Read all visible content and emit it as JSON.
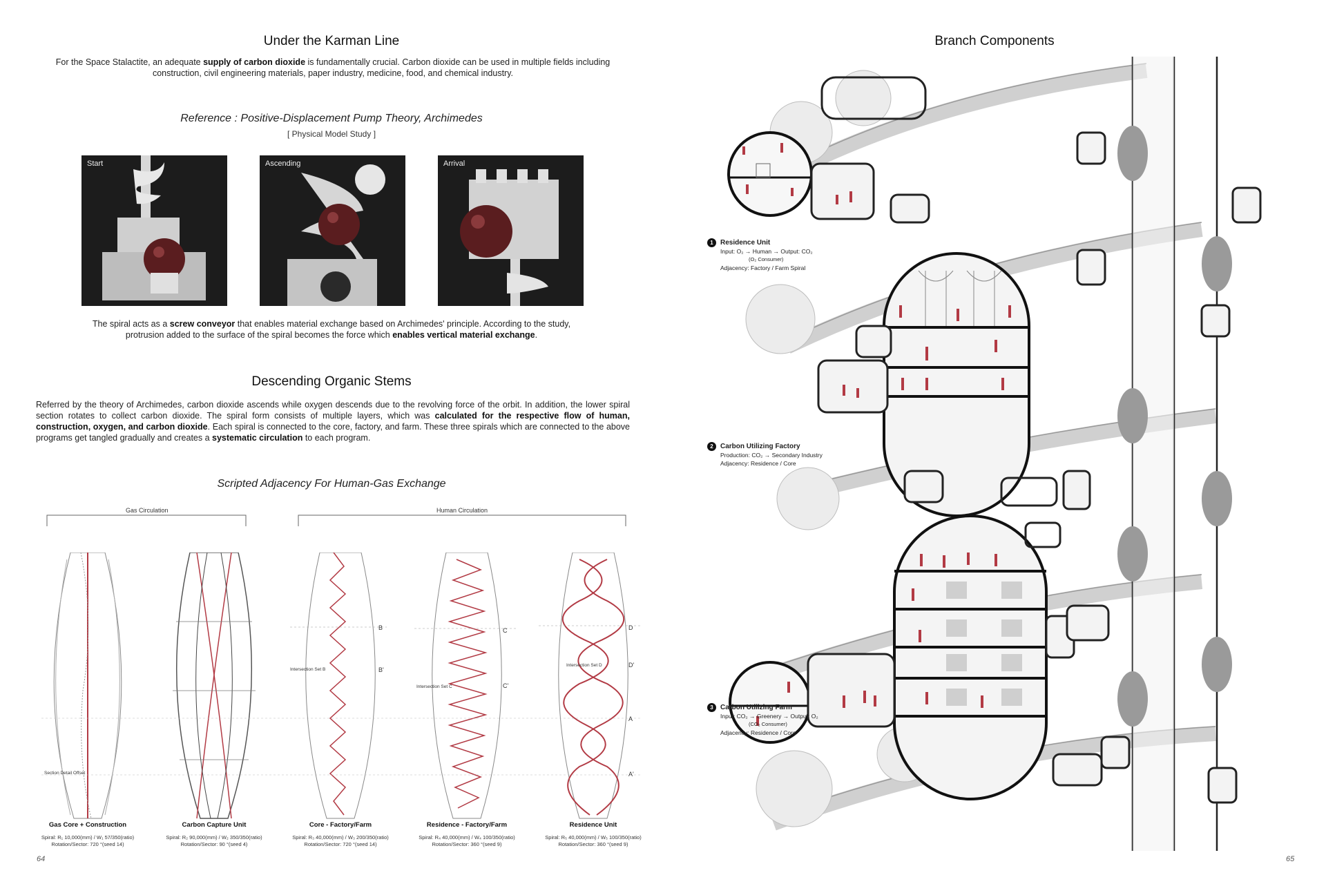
{
  "left_page": {
    "title": "Under the Karman Line",
    "intro_1": "For the Space Stalactite, an adequate ",
    "intro_bold": "supply of carbon dioxide",
    "intro_2": " is fundamentally crucial. Carbon dioxide can be used in multiple fields including construction, civil engineering materials, paper industry, medicine, food, and chemical industry.",
    "reference_title": "Reference : Positive-Displacement Pump Theory,  Archimedes",
    "reference_sub": "[ Physical Model Study ]",
    "photos": [
      {
        "label": "Start"
      },
      {
        "label": "Ascending"
      },
      {
        "label": "Arrival"
      }
    ],
    "spiral_1": "The spiral acts as a ",
    "spiral_bold_1": "screw conveyor",
    "spiral_2": " that enables material exchange based on Archimedes' principle. According to the study, protrusion added to the surface of the spiral becomes the force which ",
    "spiral_bold_2": "enables vertical material exchange",
    "spiral_3": ".",
    "section_title": "Descending Organic Stems",
    "stems_1": "Referred by the theory of Archimedes, carbon dioxide ascends while oxygen descends due to the revolving force of the orbit. In addition, the lower spiral section rotates to collect carbon dioxide. The spiral form consists of multiple layers, which was ",
    "stems_bold_1": "calculated for the respective flow of human, construction, oxygen, and carbon dioxide",
    "stems_2": ".  Each spiral is connected to the core, factory, and farm. These three spirals which are connected to the above programs get tangled gradually and creates a ",
    "stems_bold_2": "systematic circulation",
    "stems_3": " to each program.",
    "diagram_title": "Scripted Adjacency For Human-Gas Exchange",
    "gas_circulation": "Gas Circulation",
    "human_circulation": "Human Circulation",
    "section_labels": {
      "b": "B",
      "b2": "B'",
      "c": "C",
      "c2": "C'",
      "d": "D",
      "d2": "D'",
      "a": "A",
      "a2": "A'",
      "int_b": "Intersection Set B",
      "int_c": "Intersection Set C",
      "int_d": "Intersection Set D",
      "section_detail": "Section Detail Offset"
    },
    "vases": [
      {
        "name": "Gas Core + Construction",
        "line1": "Spiral: R₁ 10,000(mm) / W₁ 57/350(ratio)",
        "line2": "Rotation/Sector: 720 °(seed 14)"
      },
      {
        "name": "Carbon Capture Unit",
        "line1": "Spiral: R₂ 90,000(mm) / W₂ 350/350(ratio)",
        "line2": "Rotation/Sector: 90 °(seed 4)"
      },
      {
        "name": "Core - Factory/Farm",
        "line1": "Spiral: R₃ 40,000(mm) / W₃ 200/350(ratio)",
        "line2": "Rotation/Sector: 720 °(seed 14)"
      },
      {
        "name": "Residence - Factory/Farm",
        "line1": "Spiral: R₄ 40,000(mm) / W₄ 100/350(ratio)",
        "line2": "Rotation/Sector: 360 °(seed 9)"
      },
      {
        "name": "Residence Unit",
        "line1": "Spiral: R₅ 40,000(mm) / W₅ 100/350(ratio)",
        "line2": "Rotation/Sector: 360 °(seed 9)"
      }
    ],
    "page_number": "64"
  },
  "right_page": {
    "title": "Branch Components",
    "components": [
      {
        "num": "1",
        "name": "Residence Unit",
        "line1": "Input: O₂  →  Human  →  Output: CO₂",
        "line2": "(O₂ Consumer)",
        "line3": "Adjacency: Factory / Farm Spiral"
      },
      {
        "num": "2",
        "name": "Carbon Utilizing Factory",
        "line1": "Production: CO₂  →  Secondary Industry",
        "line2": "",
        "line3": "Adjacency: Residence / Core"
      },
      {
        "num": "3",
        "name": "Carbon Utilizing Farm",
        "line1": "Input: CO₂ → Greenery → Output: O₂",
        "line2": "(CO₂ Consumer)",
        "line3": "Adjacency: Residence / Core"
      }
    ],
    "page_number": "65"
  },
  "colors": {
    "accent_red": "#b23a44",
    "dark": "#111111",
    "grey": "#cfcfcf"
  }
}
